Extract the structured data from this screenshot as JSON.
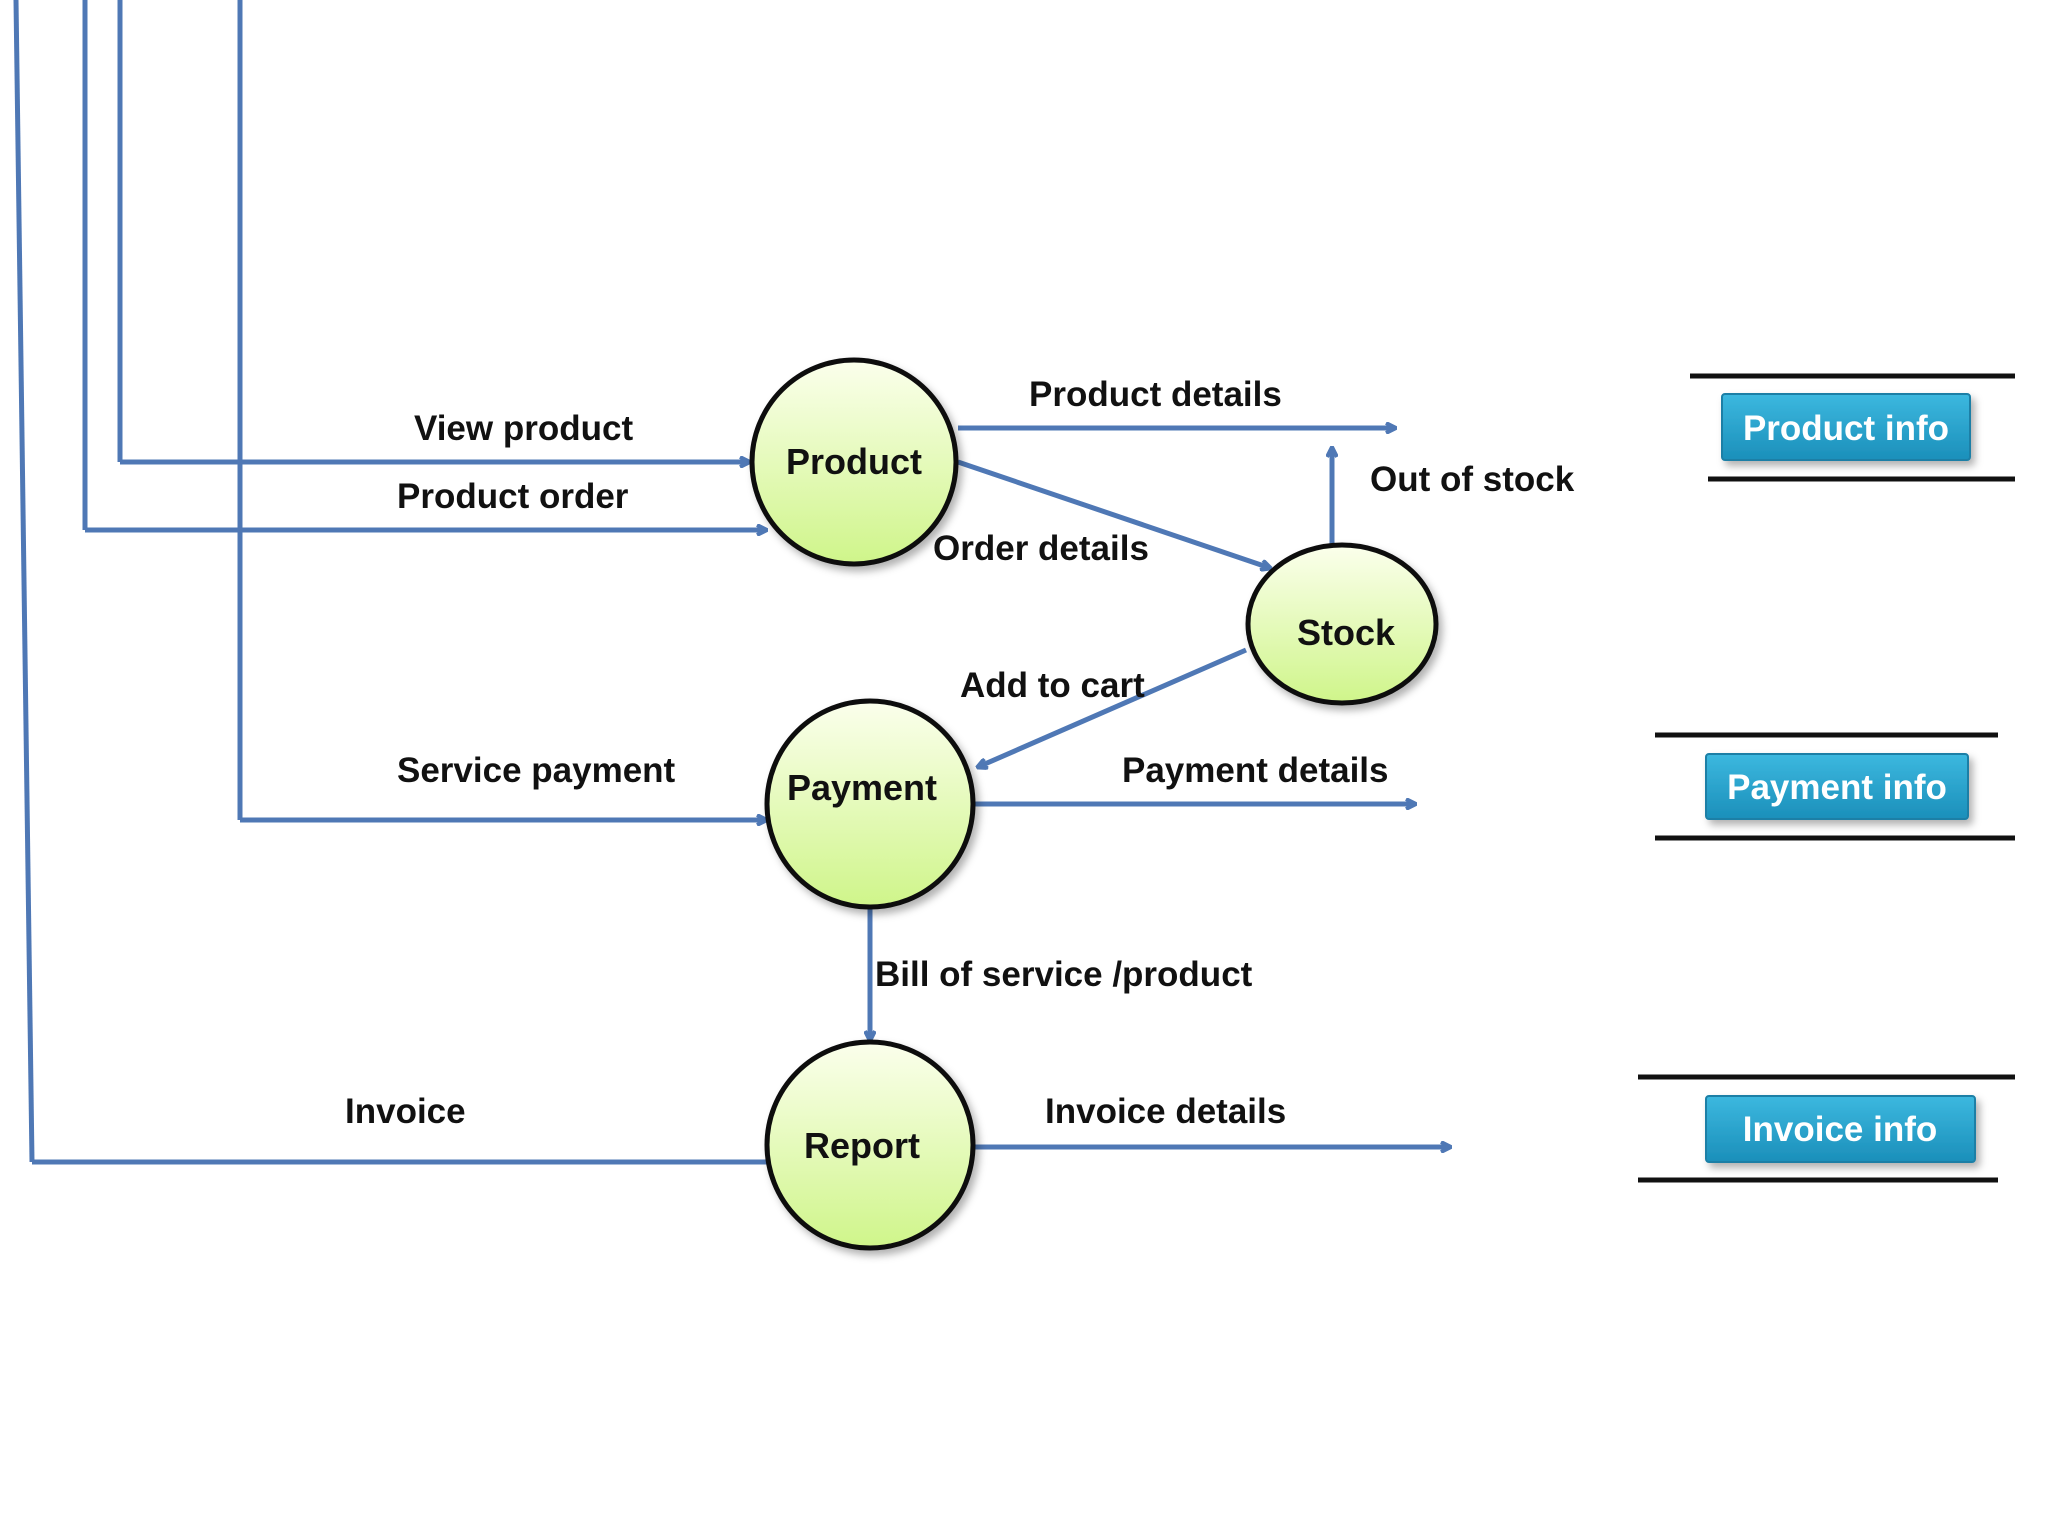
{
  "colors": {
    "flow_line": "#4f78b5",
    "process_fill_top": "#fbffec",
    "process_fill_bottom": "#cff58a",
    "process_border": "#111111",
    "store_button": "#2aa3cc",
    "store_text": "#ffffff"
  },
  "processes": {
    "product": "Product",
    "stock": "Stock",
    "payment": "Payment",
    "report": "Report"
  },
  "flows": {
    "view_product": "View product",
    "product_order": "Product order",
    "service_payment": "Service payment",
    "invoice": "Invoice",
    "product_details": "Product details",
    "order_details": "Order details",
    "out_of_stock": "Out of stock",
    "add_to_cart": "Add to cart",
    "payment_details": "Payment details",
    "bill": "Bill of service /product",
    "invoice_details": "Invoice details"
  },
  "stores": {
    "product_info": "Product info",
    "payment_info": "Payment info",
    "invoice_info": "Invoice info"
  }
}
